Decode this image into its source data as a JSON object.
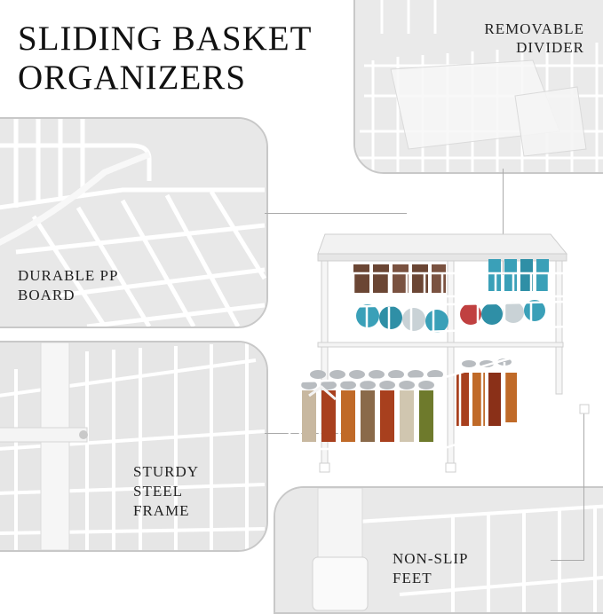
{
  "title": {
    "line1": "SLIDING BASKET",
    "line2": "ORGANIZERS"
  },
  "labels": {
    "removable_divider": [
      "REMOVABLE",
      "DIVIDER"
    ],
    "durable_pp_board": [
      "DURABLE PP",
      "BOARD"
    ],
    "sturdy_steel_frame": [
      "STURDY",
      "STEEL",
      "FRAME"
    ],
    "non_slip_feet": [
      "NON-SLIP",
      "FEET"
    ]
  },
  "colors": {
    "frame": "#f4f4f4",
    "wire": "#ffffff",
    "panel_bg": "#ececec",
    "jar_lid": "#b8bcc0",
    "spice_red": "#a8401e",
    "spice_orange": "#c06a28",
    "spice_green": "#6e7a2c",
    "can_blue": "#3aa0b8",
    "coffee_brown": "#6b4634"
  }
}
